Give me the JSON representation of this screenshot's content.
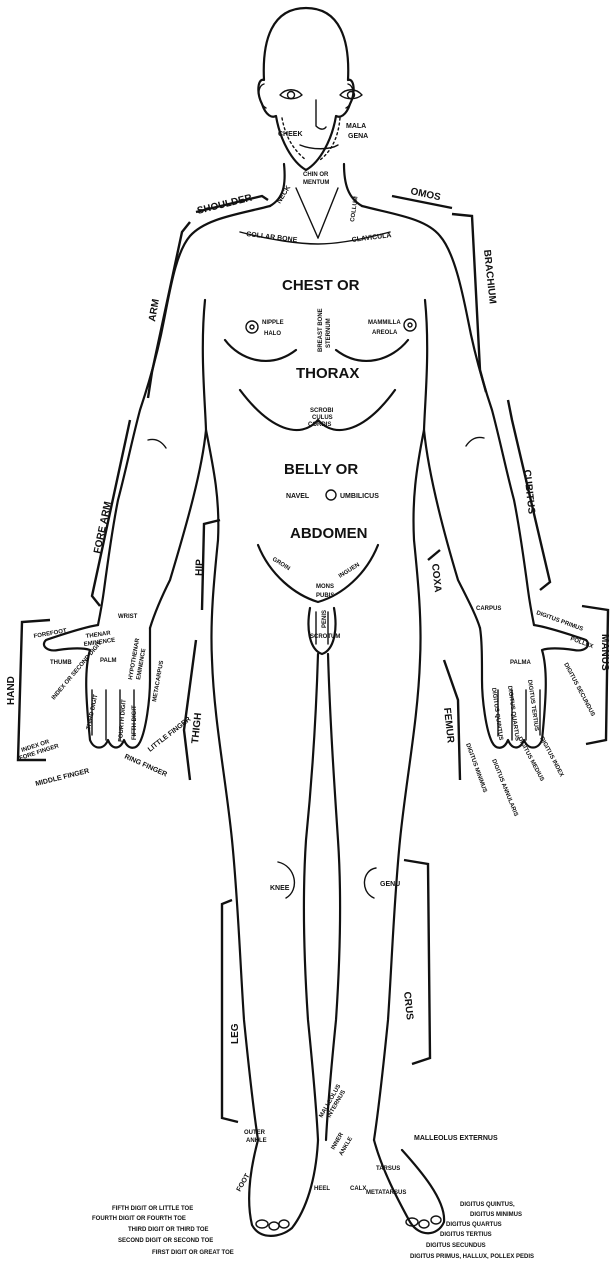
{
  "head": {
    "cheek": "CHEEK",
    "mala": "MALA",
    "gena": "GENA",
    "chin": "CHIN OR",
    "mentum": "MENTUM",
    "neck": "NECK",
    "collum": "COLLUM",
    "shoulder": "SHOULDER",
    "omos": "OMOS",
    "collar_bone": "COLLAR BONE",
    "clavicula": "CLAVICULA"
  },
  "torso": {
    "chest": "CHEST OR",
    "thorax": "THORAX",
    "nipple": "NIPPLE",
    "halo": "HALO",
    "breast_bone": "BREAST BONE",
    "sternum": "STERNUM",
    "mammilla": "MAMMILLA",
    "areola": "AREOLA",
    "scrobiculus_1": "SCROBI",
    "scrobiculus_2": "CULUS",
    "scrobiculus_3": "CORDIS",
    "belly": "BELLY OR",
    "navel": "NAVEL",
    "umbilicus": "UMBILICUS",
    "abdomen": "ABDOMEN",
    "groin": "GROIN",
    "inguen": "INGUEN",
    "mons": "MONS",
    "pubis": "PUBIS",
    "penis": "PENIS",
    "scrotum": "SCROTUM"
  },
  "right_side": {
    "arm": "ARM",
    "fore_arm": "FORE ARM",
    "wrist": "WRIST",
    "hand": "HAND",
    "forefoot": "FOREFOOT",
    "thenar_1": "THENAR",
    "thenar_2": "EMINENCE",
    "hypothenar_1": "HYPOTHENAR",
    "hypothenar_2": "EMINENCE",
    "metacarpus": "METACARPUS",
    "thumb": "THUMB",
    "palm": "PALM",
    "index_1": "INDEX OR SECOND DIGIT",
    "index_2": "INDEX OR",
    "index_3": "FORE FINGER",
    "third_digit": "THIRD DIGIT",
    "fourth_digit": "FOURTH DIGIT",
    "fifth_digit": "FIFTH DIGIT",
    "middle_finger": "MIDDLE FINGER",
    "ring_finger": "RING FINGER",
    "little_finger": "LITTLE FINGER",
    "hip": "HIP",
    "thigh": "THIGH",
    "knee": "KNEE",
    "leg": "LEG",
    "outer": "OUTER",
    "ankle": "ANKLE",
    "foot": "FOOT",
    "heel": "HEEL",
    "inner_ankle_1": "INNER",
    "inner_ankle_2": "ANKLE"
  },
  "left_side": {
    "brachium": "BRACHIUM",
    "cubitus": "CUBITUS",
    "carpus": "CARPUS",
    "manus": "MANUS",
    "digitus_primus": "DIGITUS PRIMUS",
    "pollex": "POLLEX",
    "palma": "PALMA",
    "digitus_secundus": "DIGITUS SECUNDUS",
    "digitus_index": "DIGITUS INDEX",
    "digitus_tertius": "DIGITUS TERTIUS",
    "digitus_medius": "DIGITUS MEDIUS",
    "digitus_quartus": "DIGITUS QUARTUS",
    "digitus_annularis": "DIGITUS ANNULARIS",
    "digitus_quintus": "DIGITUS QUINTUS",
    "digitus_minimus": "DIGITUS MINIMUS",
    "coxa": "COXA",
    "femur": "FEMUR",
    "genu": "GENU",
    "crus": "CRUS",
    "malleolus_internus_1": "MALLEOLUS",
    "malleolus_internus_2": "INTERNUS",
    "malleolus_externus": "MALLEOLUS EXTERNUS",
    "tarsus": "TARSUS",
    "calx": "CALX",
    "metatarsus": "METATARSUS"
  },
  "toes_right": {
    "fifth": "FIFTH DIGIT OR LITTLE TOE",
    "fourth": "FOURTH DIGIT OR FOURTH TOE",
    "third": "THIRD DIGIT OR THIRD TOE",
    "second": "SECOND DIGIT OR SECOND TOE",
    "first": "FIRST DIGIT OR GREAT TOE"
  },
  "toes_left": {
    "quintus": "DIGITUS QUINTUS,",
    "minimus": "DIGITUS MINIMUS",
    "quartus": "DIGITUS QUARTUS",
    "tertius": "DIGITUS TERTIUS",
    "secundus": "DIGITUS SECUNDUS",
    "primus": "DIGITUS PRIMUS, HALLUX, POLLEX PEDIS"
  }
}
